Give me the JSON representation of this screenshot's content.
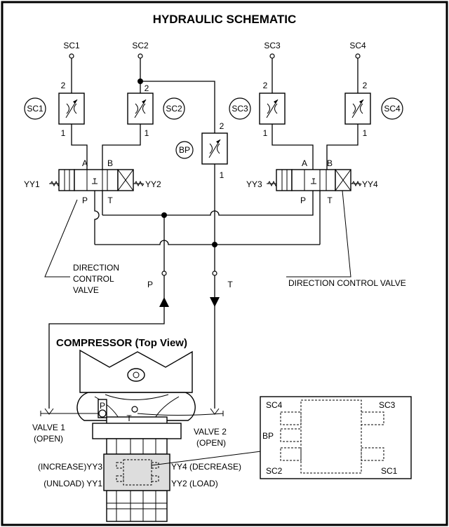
{
  "title": "HYDRAULIC SCHEMATIC",
  "ports": {
    "sc1": "SC1",
    "sc2": "SC2",
    "sc3": "SC3",
    "sc4": "SC4"
  },
  "valve_badges": {
    "sc1": "SC1",
    "sc2": "SC2",
    "sc3": "SC3",
    "sc4": "SC4",
    "bp": "BP"
  },
  "port_numbers": {
    "two": "2",
    "one": "1"
  },
  "spool_ports": {
    "a": "A",
    "b": "B",
    "p": "P",
    "t": "T"
  },
  "solenoids": {
    "yy1": "YY1",
    "yy2": "YY2",
    "yy3": "YY3",
    "yy4": "YY4"
  },
  "callouts": {
    "left_line1": "DIRECTION",
    "left_line2": "CONTROL",
    "left_line3": "VALVE",
    "right": "DIRECTION CONTROL VALVE"
  },
  "lines": {
    "pressure": "P",
    "tank": "T"
  },
  "compressor": {
    "heading": "COMPRESSOR (Top View)",
    "p_label": "P",
    "t_label": "T",
    "valve1_line1": "VALVE 1",
    "valve1_line2": "(OPEN)",
    "valve2_line1": "VALVE 2",
    "valve2_line2": "(OPEN)",
    "block_left_top": "(INCREASE)YY3",
    "block_left_bottom": "(UNLOAD) YY1",
    "block_right_top": "YY4  (DECREASE)",
    "block_right_bottom": "YY2 (LOAD)"
  },
  "inset": {
    "sc4": "SC4",
    "sc3": "SC3",
    "bp": "BP",
    "sc2": "SC2",
    "sc1": "SC1"
  }
}
